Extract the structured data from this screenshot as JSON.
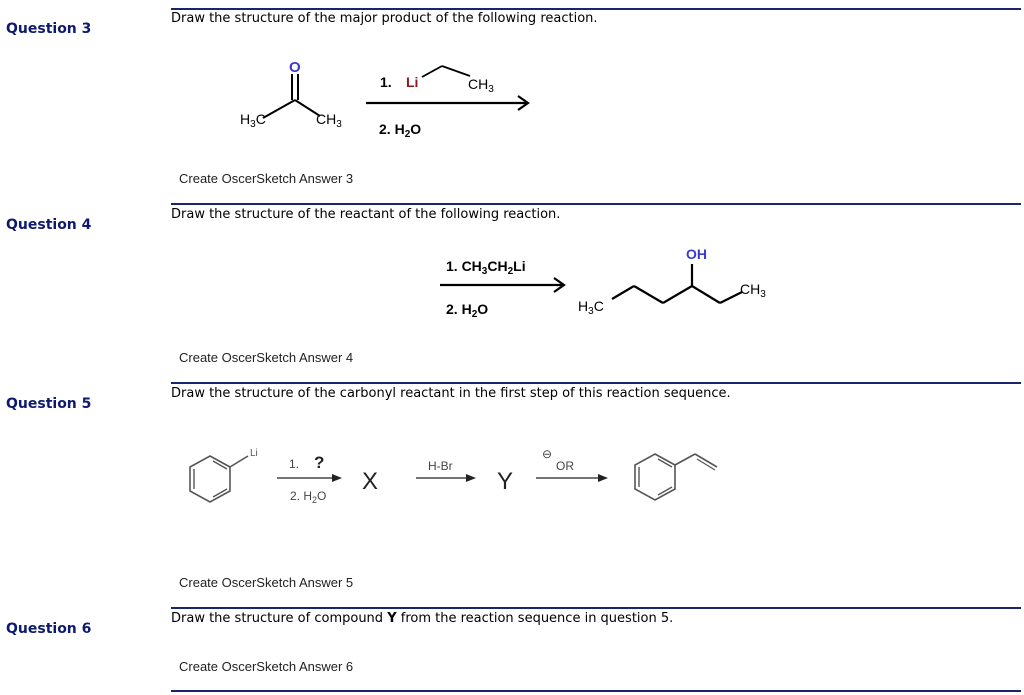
{
  "questions": [
    {
      "label": "Question 3",
      "prompt": "Draw the structure of the major product of the following reaction.",
      "answer_link": "Create OscerSketch Answer 3",
      "scheme": {
        "reactant": {
          "left": "H3C",
          "right": "CH3",
          "carbonyl_O": "O"
        },
        "step1_num": "1.",
        "step1_reagent": "Li",
        "step1_group": "CH3",
        "step2": "2. H2O"
      }
    },
    {
      "label": "Question 4",
      "prompt": "Draw the structure of the reactant of the following reaction.",
      "answer_link": "Create OscerSketch Answer 4",
      "scheme": {
        "step1": "1. CH3CH2Li",
        "step2": "2. H2O",
        "product": {
          "left": "H3C",
          "oh": "OH",
          "right": "CH3"
        }
      }
    },
    {
      "label": "Question 5",
      "prompt": "Draw the structure of the carbonyl reactant in the first step of this reaction sequence.",
      "answer_link": "Create OscerSketch Answer 5",
      "scheme": {
        "start_substituent": "Li",
        "step1": "1.",
        "unknown": "?",
        "step2": "2. H2O",
        "intermediate1": "X",
        "reagent2": "H-Br",
        "intermediate2": "Y",
        "reagent3_charge": "⊖",
        "reagent3": "OR"
      }
    },
    {
      "label": "Question 6",
      "prompt_pre": "Draw the structure of compound ",
      "prompt_bold": "Y",
      "prompt_post": " from the reaction sequence in question 5.",
      "answer_link": "Create OscerSketch Answer 6"
    }
  ],
  "colors": {
    "heading": "#0d1a6e",
    "rule": "#1a2470",
    "oxygen": "#3a3ad0",
    "lithium": "#8b1a1a"
  }
}
